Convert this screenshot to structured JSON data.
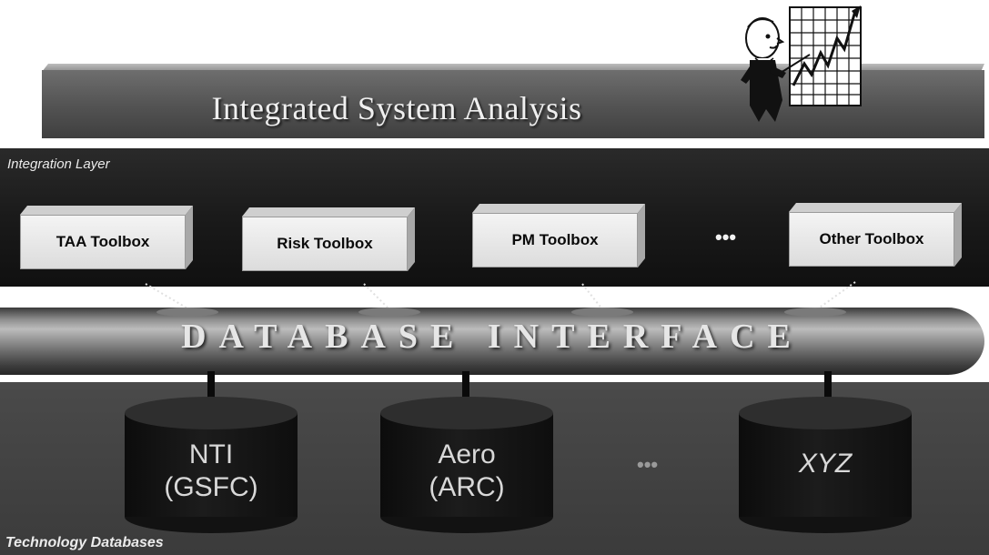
{
  "diagram": {
    "title": "Integrated System Analysis",
    "integration_layer_label": "Integration Layer",
    "toolboxes": [
      {
        "label": "TAA Toolbox"
      },
      {
        "label": "Risk Toolbox"
      },
      {
        "label": "PM Toolbox"
      },
      {
        "label": "Other Toolbox"
      }
    ],
    "toolbox_ellipsis": "•••",
    "interface_label": "DATABASE INTERFACE",
    "databases_label": "Technology Databases",
    "databases": [
      {
        "line1": "NTI",
        "line2": "(GSFC)"
      },
      {
        "line1": "Aero",
        "line2": "(ARC)"
      },
      {
        "line1": "XYZ",
        "line2": ""
      }
    ],
    "database_ellipsis": "•••",
    "icons": {
      "presenter": "presenter-with-chart-icon"
    },
    "colors": {
      "band_dark": "#1a1a1a",
      "slab": "#555555",
      "toolbox_face": "#e6e6e6",
      "cylinder": "#141414",
      "text_light": "#efefef"
    }
  }
}
